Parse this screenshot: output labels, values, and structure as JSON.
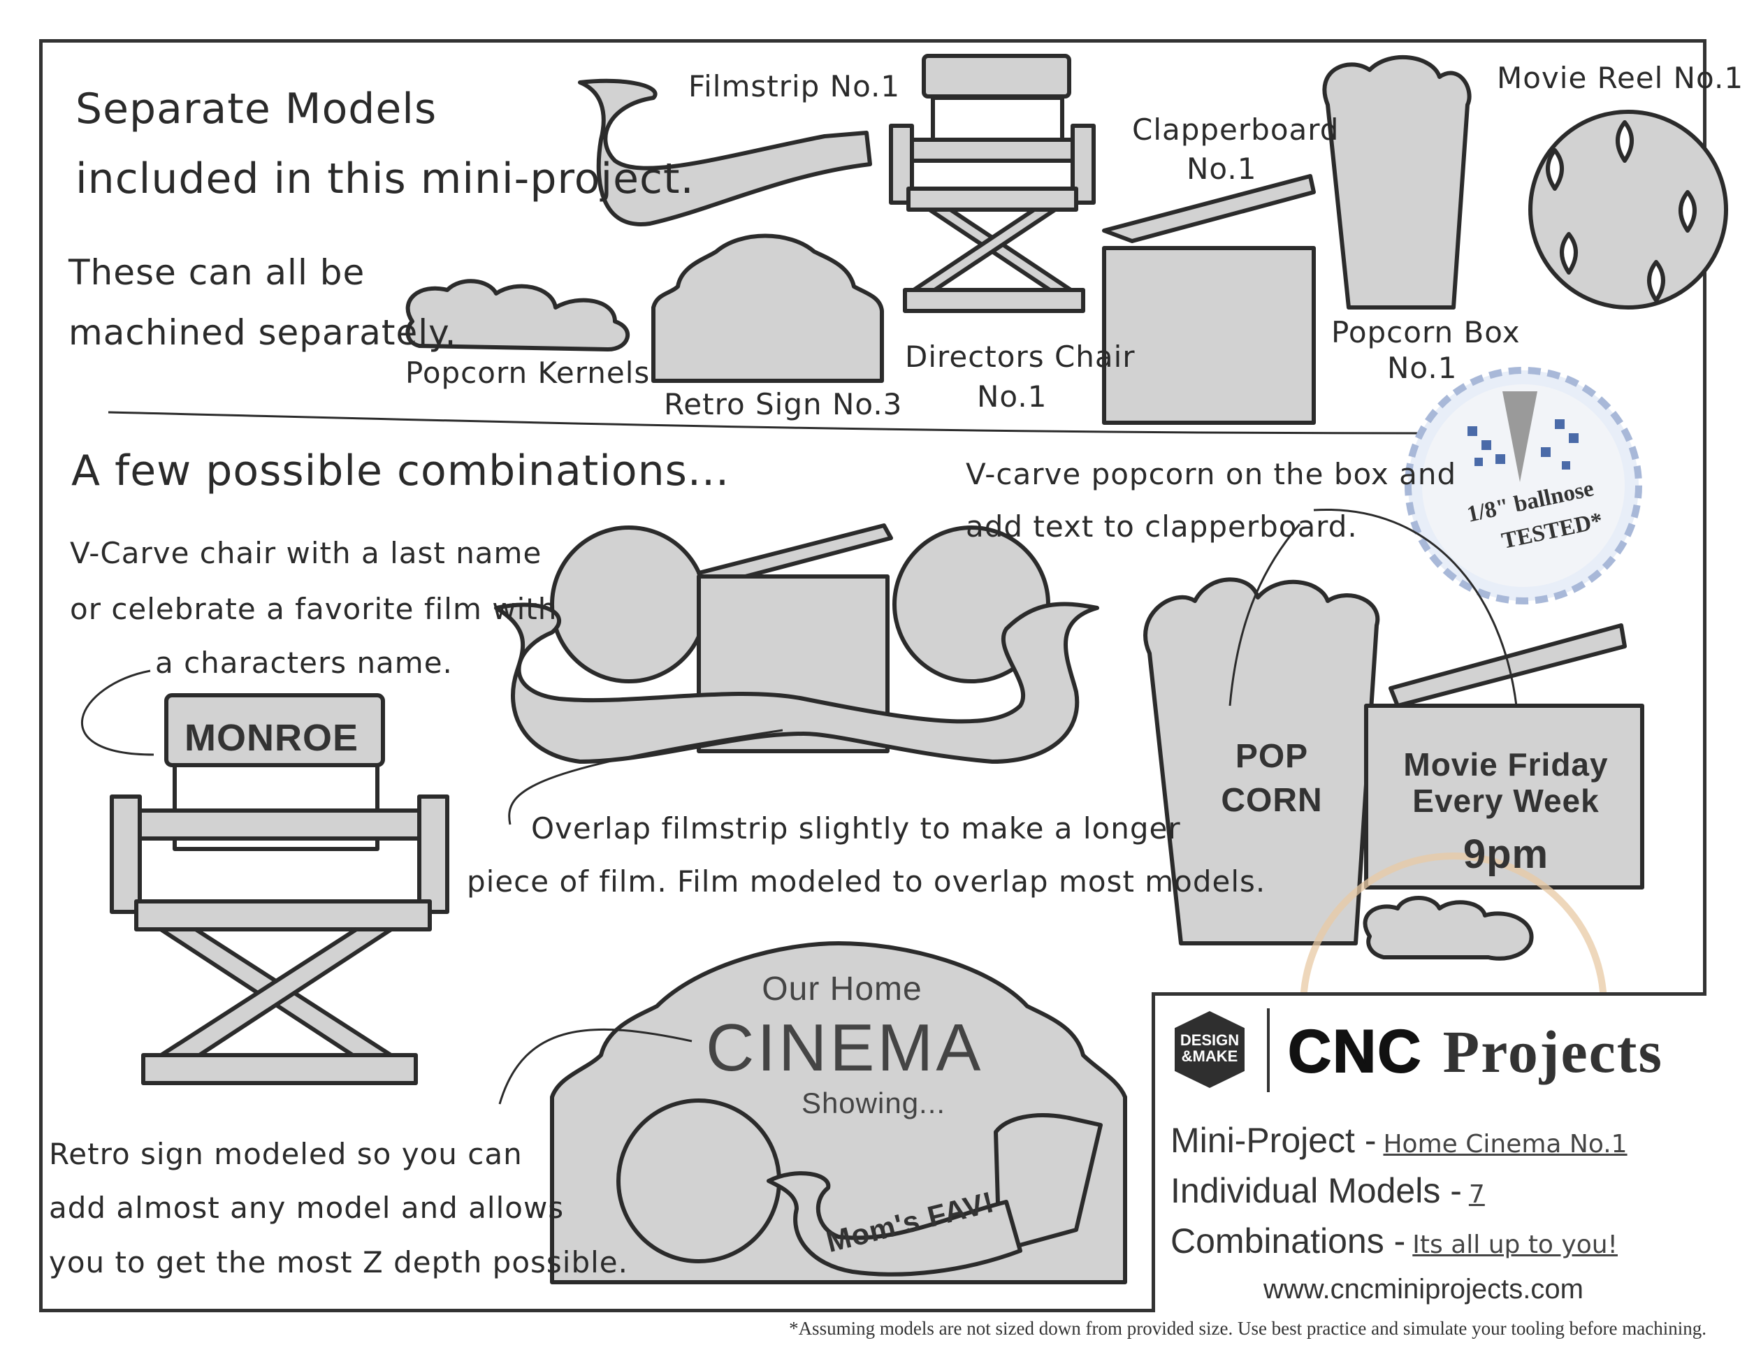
{
  "header": {
    "title_line1": "Separate Models",
    "title_line2": "included in this mini-project.",
    "note_line1": "These can all be",
    "note_line2": "machined separately."
  },
  "models": {
    "filmstrip": "Filmstrip No.1",
    "chair": "Directors Chair",
    "chair_no": "No.1",
    "clapper": "Clapperboard",
    "clapper_no": "No.1",
    "popcorn_box": "Popcorn Box",
    "popcorn_box_no": "No.1",
    "reel": "Movie Reel No.1",
    "kernels": "Popcorn Kernels",
    "retro_sign": "Retro Sign No.3"
  },
  "badge": {
    "line1": "1/8\" ballnose",
    "line2": "TESTED*"
  },
  "combinations": {
    "heading": "A few possible combinations...",
    "chair_note": [
      "V-Carve chair with a last name",
      "or celebrate a favorite film with",
      "a characters name."
    ],
    "chair_name": "MONROE",
    "film_note": [
      "Overlap filmstrip slightly to make a longer",
      "piece of film.  Film modeled to overlap most models."
    ],
    "popcorn_note": [
      "V-carve popcorn on the box and",
      "add text to clapperboard."
    ],
    "box_text": [
      "POP",
      "CORN"
    ],
    "clapper_text": [
      "Movie Friday",
      "Every Week",
      "9pm"
    ],
    "sign_note": [
      "Retro sign modeled so you can",
      "add almost any model and allows",
      "you to get the most Z depth possible."
    ],
    "sign_text": [
      "Our Home",
      "CINEMA",
      "Showing..."
    ],
    "banner_text": "Mom's FAV!"
  },
  "panel": {
    "logo": [
      "DESIGN",
      "&MAKE"
    ],
    "brand_a": "CNC",
    "brand_b": "Projects",
    "mini_label": "Mini-Project -",
    "mini_value": "Home Cinema No.1",
    "models_label": "Individual Models -",
    "models_value": "7",
    "combos_label": "Combinations -",
    "combos_value": "Its all up to you!",
    "url": "www.cncminiprojects.com"
  },
  "footnote": "*Assuming models are not sized down from provided size. Use best practice and simulate your tooling before machining.",
  "colors": {
    "fill": "#d2d2d2",
    "stroke": "#2b2b2b",
    "badge_edge": "#a8b8d8",
    "stain": "#e8c9a4"
  }
}
